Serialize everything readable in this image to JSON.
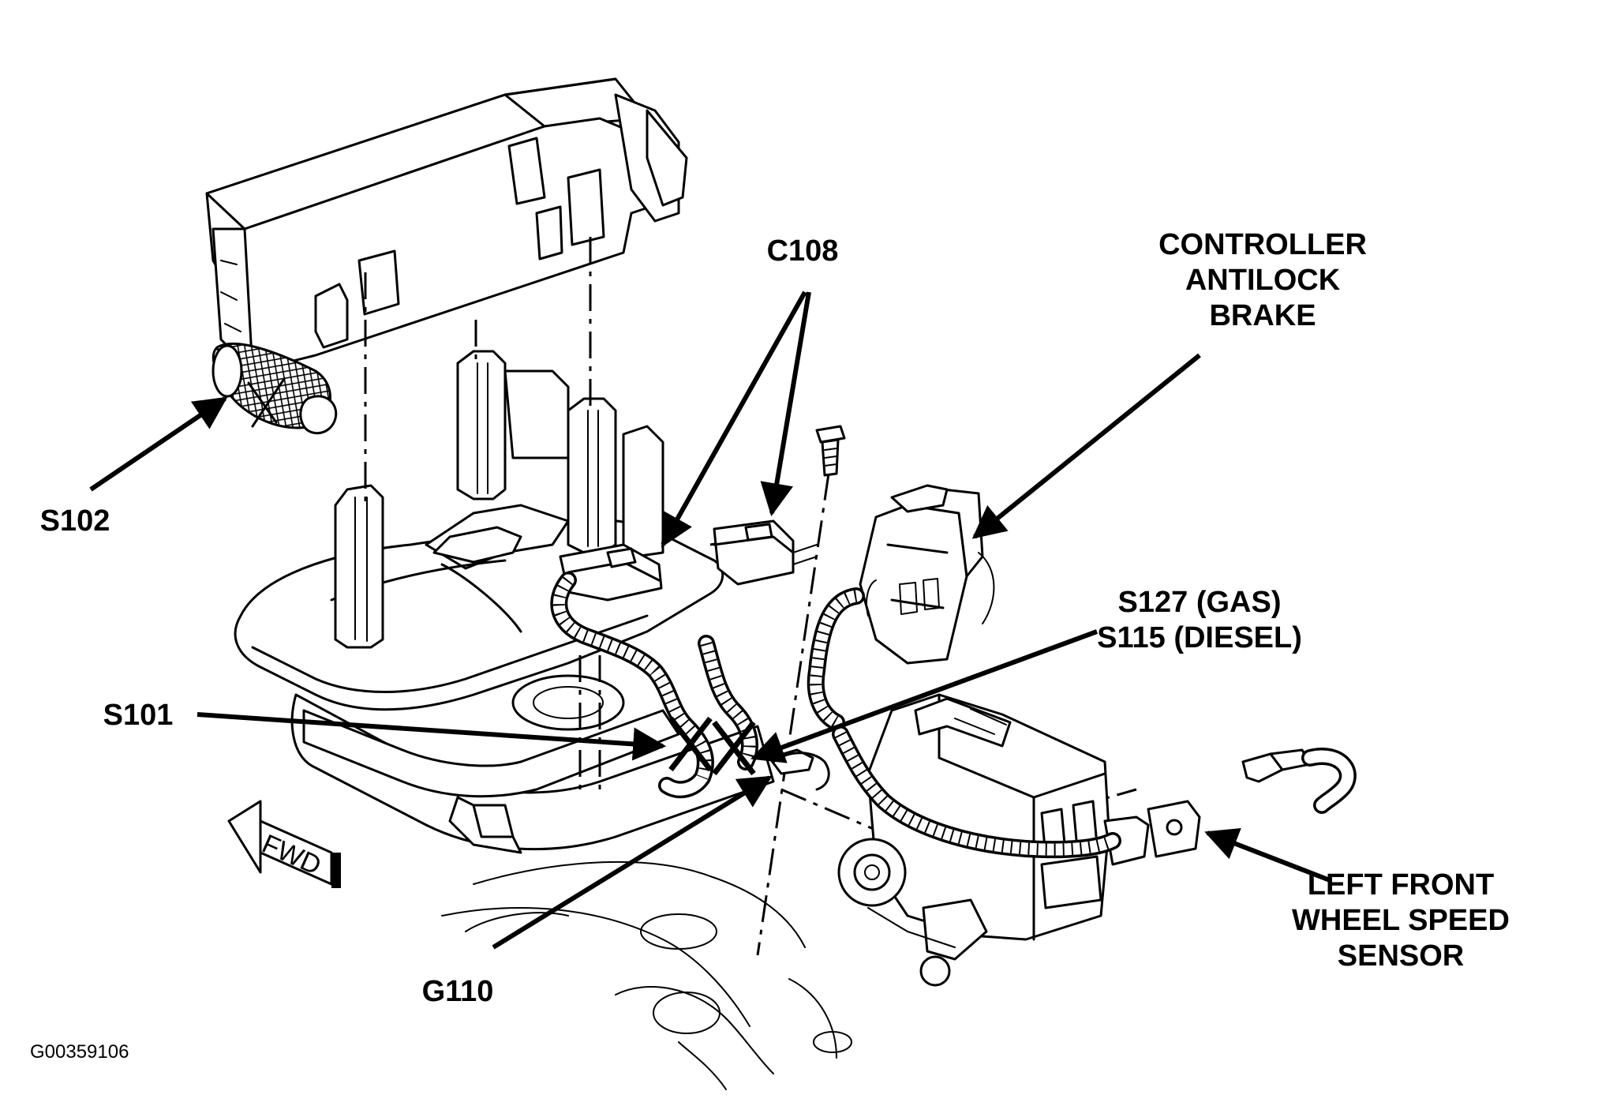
{
  "diagram": {
    "labels": {
      "c108": "C108",
      "controller_line1": "CONTROLLER",
      "controller_line2": "ANTILOCK",
      "controller_line3": "BRAKE",
      "s102": "S102",
      "s127": "S127 (GAS)",
      "s115": "S115 (DIESEL)",
      "s101": "S101",
      "g110": "G110",
      "wheel_line1": "LEFT FRONT",
      "wheel_line2": "WHEEL SPEED",
      "wheel_line3": "SENSOR"
    },
    "fwd_indicator": "FWD",
    "figure_id": "G00359106"
  }
}
